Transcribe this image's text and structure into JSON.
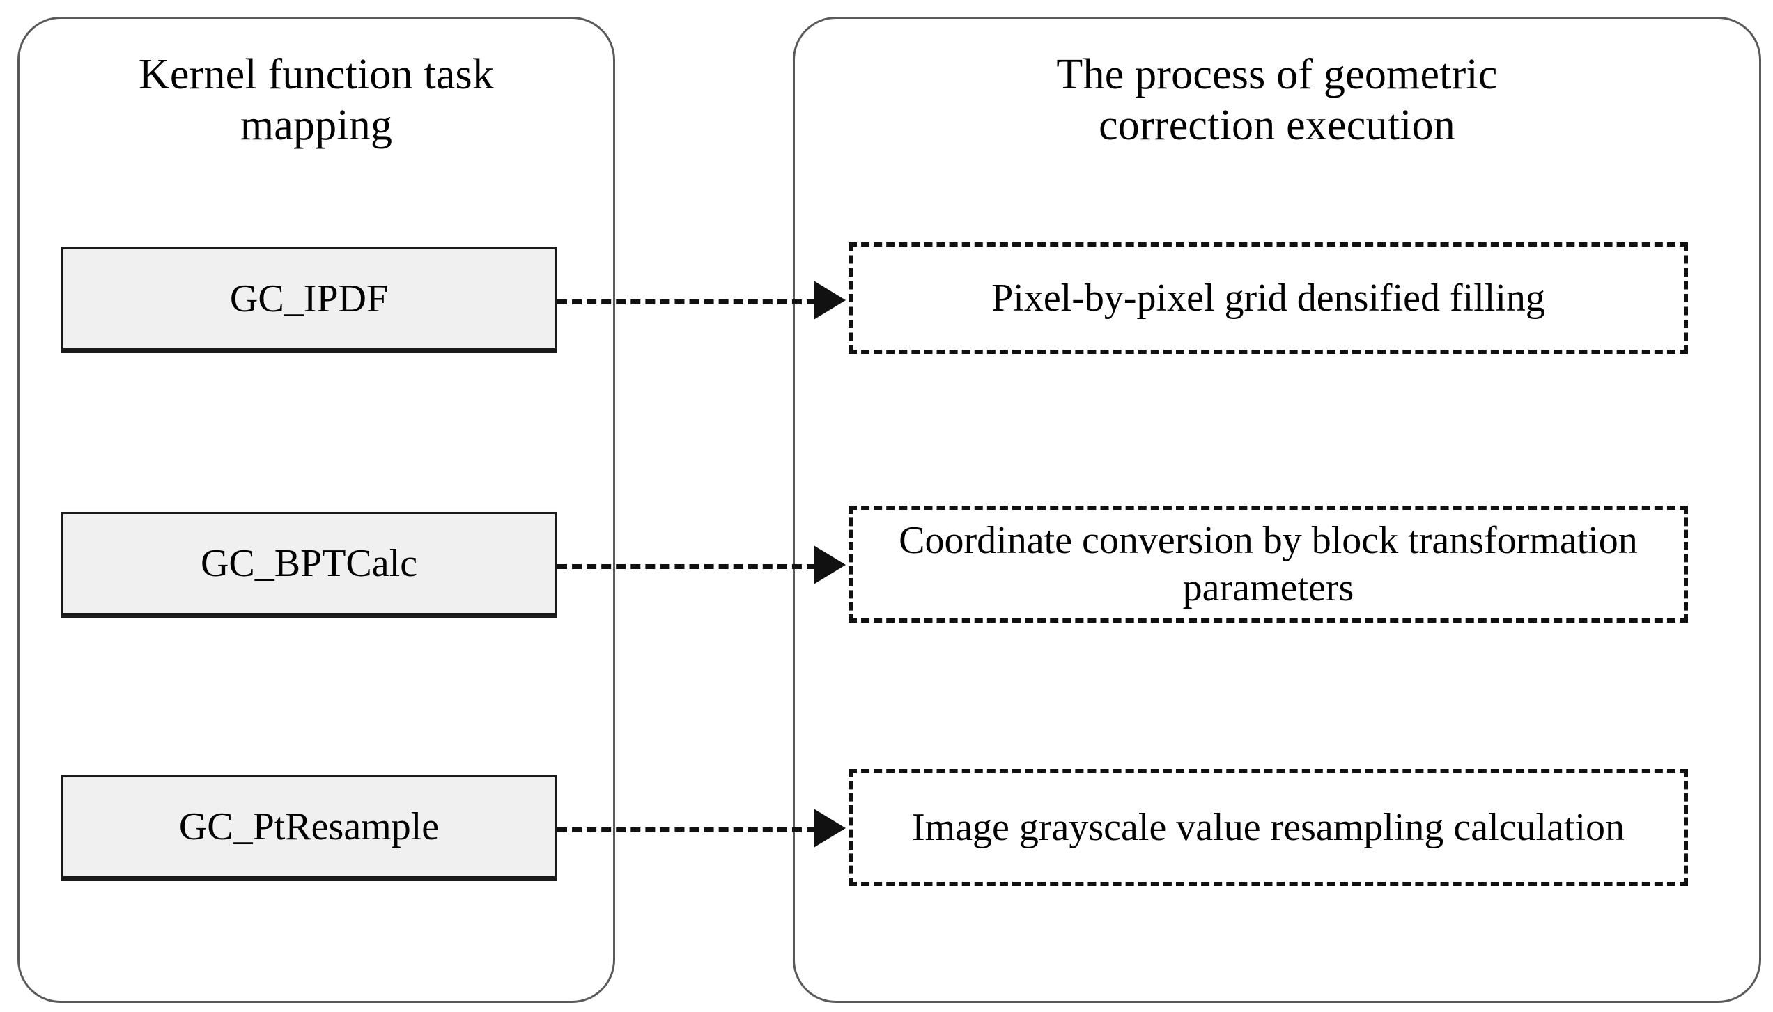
{
  "diagram": {
    "left_panel": {
      "title": "Kernel function task mapping",
      "boxes": [
        {
          "label": "GC_IPDF"
        },
        {
          "label": "GC_BPTCalc"
        },
        {
          "label": "GC_PtResample"
        }
      ]
    },
    "right_panel": {
      "title": "The process of geometric correction execution",
      "boxes": [
        {
          "label": "Pixel-by-pixel grid densified filling"
        },
        {
          "label": "Coordinate conversion by block transformation parameters"
        },
        {
          "label": "Image grayscale value resampling calculation"
        }
      ]
    },
    "connectors": [
      {
        "from": "GC_IPDF",
        "to": "Pixel-by-pixel grid densified filling"
      },
      {
        "from": "GC_BPTCalc",
        "to": "Coordinate conversion by block transformation parameters"
      },
      {
        "from": "GC_PtResample",
        "to": "Image grayscale value resampling calculation"
      }
    ],
    "colors": {
      "panel_border": "#5a5a5a",
      "box_fill": "#f0f0f0",
      "box_border": "#1a1a1a",
      "dashed_border": "#111111",
      "text": "#000000",
      "background": "#ffffff"
    }
  }
}
